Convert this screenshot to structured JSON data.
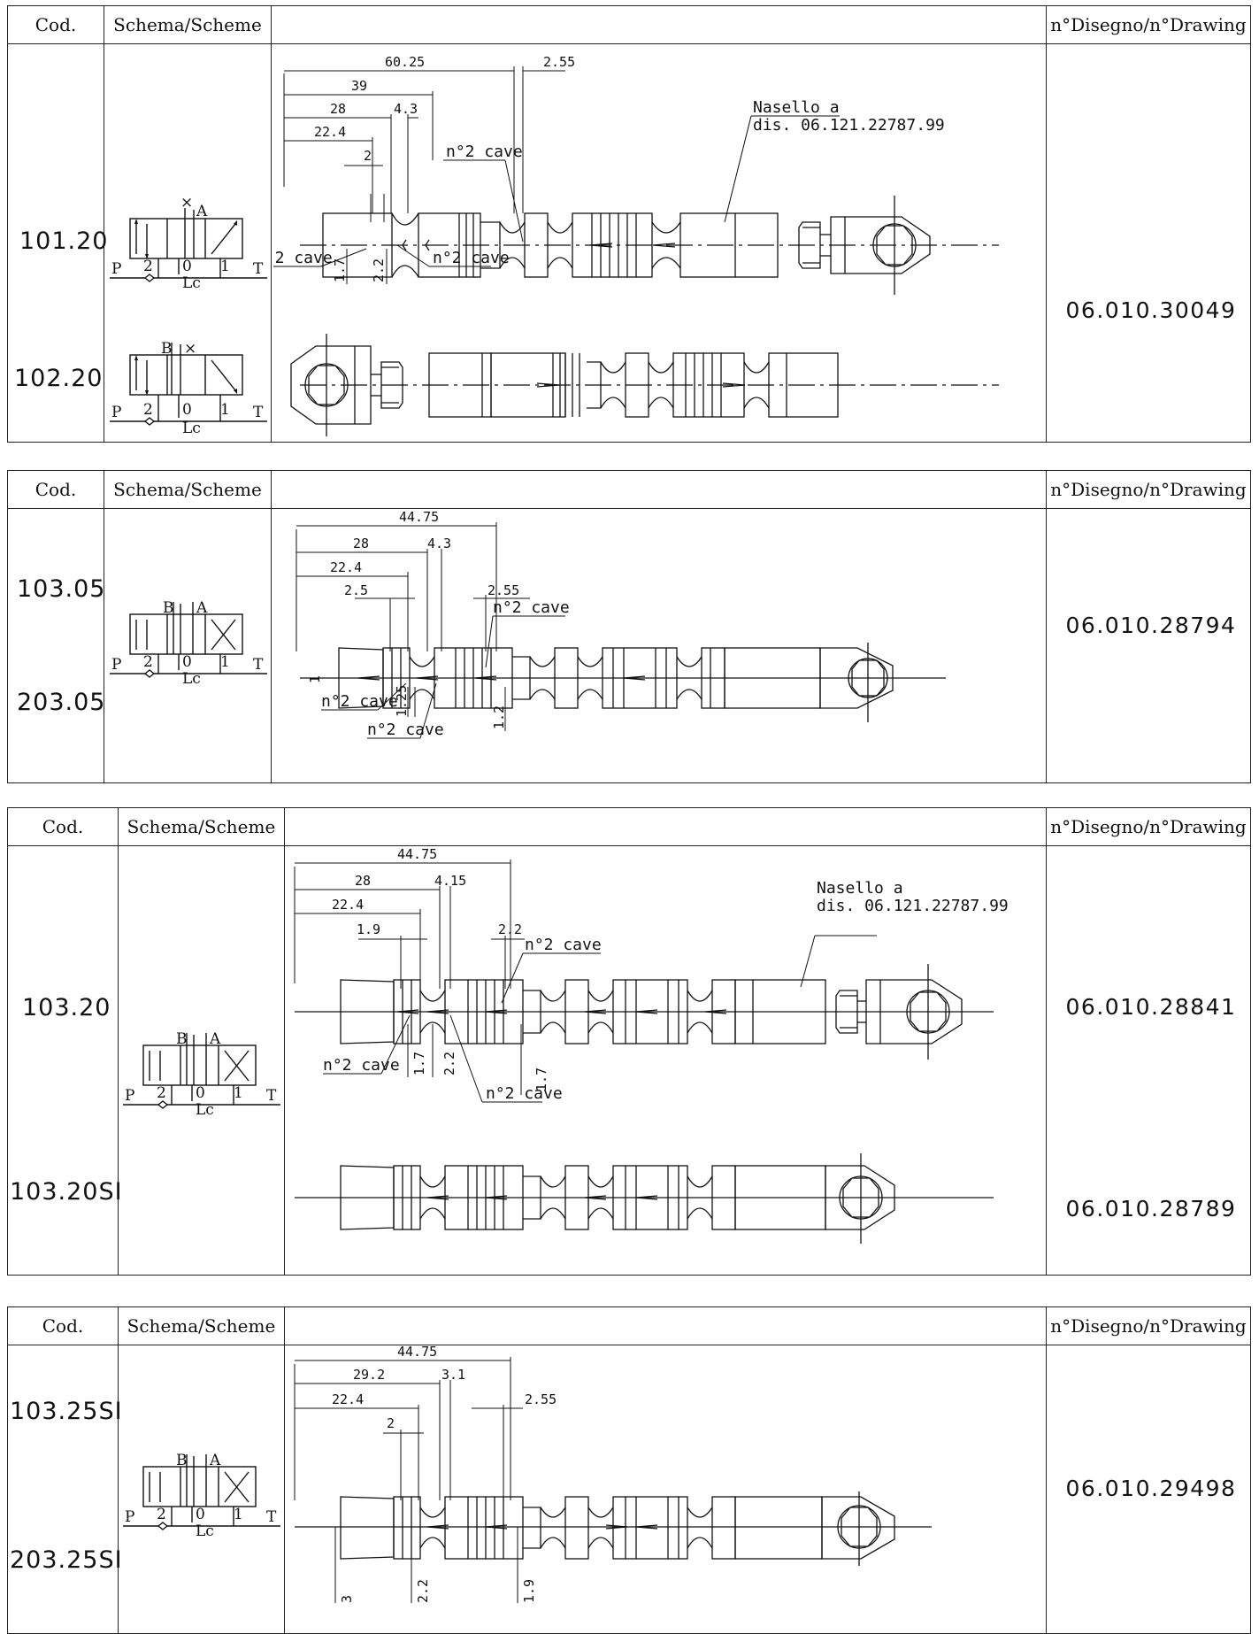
{
  "headers": {
    "cod": "Cod.",
    "scheme": "Schema/Scheme",
    "drawing": "n°Disegno/n°Drawing"
  },
  "symbol_labels": {
    "p": "P",
    "t": "T",
    "two": "2",
    "zero": "0",
    "one": "1",
    "lc": "Lc",
    "a": "A",
    "b": "B",
    "x": "×"
  },
  "panels": [
    {
      "codes": [
        "101.20",
        "102.20"
      ],
      "drawings": [
        "06.010.30049"
      ],
      "dims": {
        "d1": "60.25",
        "d2": "2.55",
        "d3": "39",
        "d4": "28",
        "d5": "4.3",
        "d6": "22.4",
        "d7": "2",
        "v1": "1.7",
        "v2": "2.2"
      },
      "notes": {
        "cave": "n°2 cave",
        "nasello1": "Nasello a",
        "nasello2": "dis. 06.121.22787.99"
      }
    },
    {
      "codes": [
        "103.05",
        "203.05"
      ],
      "drawings": [
        "06.010.28794"
      ],
      "dims": {
        "d1": "44.75",
        "d2": "28",
        "d3": "4.3",
        "d4": "22.4",
        "d5": "2.55",
        "d6": "2.5",
        "v1": "1",
        "v2": "1.25",
        "v3": "1.2"
      },
      "notes": {
        "cave": "n°2 cave"
      }
    },
    {
      "codes": [
        "103.20",
        "103.20SI"
      ],
      "drawings": [
        "06.010.28841",
        "06.010.28789"
      ],
      "dims": {
        "d1": "44.75",
        "d2": "28",
        "d3": "4.15",
        "d4": "22.4",
        "d5": "1.9",
        "d6": "2.2",
        "v1": "1.7",
        "v2": "2.2",
        "v3": "1.7"
      },
      "notes": {
        "cave": "n°2 cave",
        "nasello1": "Nasello a",
        "nasello2": "dis. 06.121.22787.99"
      }
    },
    {
      "codes": [
        "103.25SI",
        "203.25SI"
      ],
      "drawings": [
        "06.010.29498"
      ],
      "dims": {
        "d1": "44.75",
        "d2": "29.2",
        "d3": "3.1",
        "d4": "22.4",
        "d5": "2.55",
        "d6": "2",
        "v1": "3",
        "v2": "2.2",
        "v3": "1.9"
      }
    }
  ]
}
